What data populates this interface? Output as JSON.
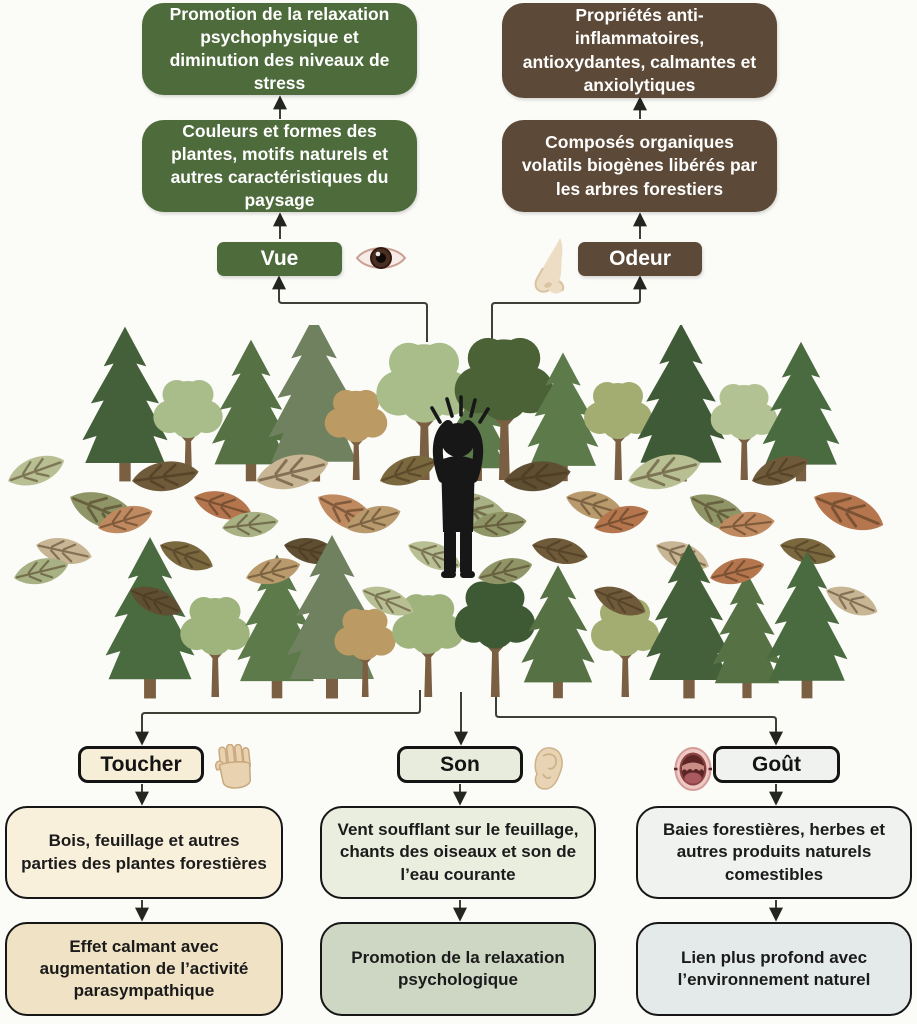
{
  "style": {
    "background": "#fbfbf8",
    "line_color": "#3c4036",
    "arrow_color": "#23251f"
  },
  "diagram": {
    "vue": {
      "label": "Vue",
      "icon": "eye-icon",
      "box_color": "#4e6b3c",
      "text_color": "#ffffff",
      "stimulus": "Couleurs et formes des plantes, motifs naturels et autres caractéristiques du paysage",
      "outcome": "Promotion de la relaxation psychophysique et diminution des niveaux de stress"
    },
    "odeur": {
      "label": "Odeur",
      "icon": "nose-icon",
      "box_color": "#5c4937",
      "text_color": "#ffffff",
      "stimulus": "Composés organiques volatils biogènes libérés par les arbres forestiers",
      "outcome": "Propriétés anti-inflammatoires, antioxydantes, calmantes et anxiolytiques"
    },
    "toucher": {
      "label": "Toucher",
      "icon": "hand-icon",
      "label_color": "#f7eed8",
      "stimulus_color": "#f9f0dc",
      "outcome_color": "#f0e2c4",
      "stimulus": "Bois, feuillage et autres parties des plantes forestières",
      "outcome": "Effet calmant avec augmentation de l’activité parasympathique"
    },
    "son": {
      "label": "Son",
      "icon": "ear-icon",
      "label_color": "#e7ecdd",
      "stimulus_color": "#eaeedf",
      "outcome_color": "#cdd7c3",
      "stimulus": "Vent soufflant sur le feuillage, chants des oiseaux et son de l’eau courante",
      "outcome": "Promotion de la relaxation psychologique"
    },
    "gout": {
      "label": "Goût",
      "icon": "mouth-icon",
      "label_color": "#eff2ef",
      "stimulus_color": "#eff2ef",
      "outcome_color": "#e4eae9",
      "stimulus": "Baies forestières, herbes et autres produits naturels comestibles",
      "outcome": "Lien plus profond avec l’environnement naturel"
    }
  }
}
